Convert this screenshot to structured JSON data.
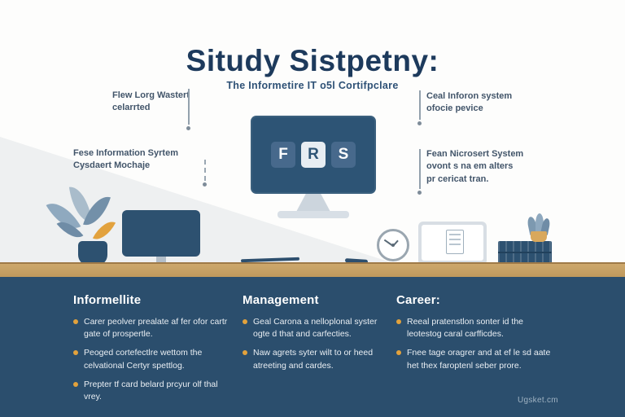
{
  "header": {
    "title": "Situdy Sistpetny:",
    "subtitle": "The Informetire IT o5l Cortifpclare"
  },
  "callouts": {
    "top_left": {
      "line1": "Flew Lorg Wastert",
      "line2": "celarrted"
    },
    "mid_left": {
      "line1": "Fese Information Syrtem",
      "line2": "Cysdaert Mochaje"
    },
    "top_right": {
      "line1": "Ceal Inforon system",
      "line2": "ofocie pevice"
    },
    "mid_right": {
      "line1": "Fean Nicrosert System",
      "line2": "ovont s na em alters",
      "line3": "pr cericat tran."
    }
  },
  "monitor": {
    "letter1": "F",
    "letter2": "R",
    "letter3": "S"
  },
  "sections": [
    {
      "heading": "Informellite",
      "bullets": [
        "Carer peolver prealate af fer ofor cartr gate of prospertle.",
        "Peoged cortefectlre wettom the celvational Certyr spettlog.",
        "Prepter tf card belard prcyur olf thal vrey."
      ]
    },
    {
      "heading": "Management",
      "bullets": [
        "Geal Carona a nelloplonal syster ogte d that and carfecties.",
        "Naw agrets syter wilt to or heed atreeting and cardes."
      ]
    },
    {
      "heading": "Career:",
      "bullets": [
        "Reeal pratenstlon sonter id the leotestog caral carfficdes.",
        "Fnee tage oragrer and at ef le sd aate het thex faroptenl seber prore."
      ]
    }
  ],
  "footer": {
    "credit": "Ugsket.cm"
  },
  "colors": {
    "navy": "#2d5170",
    "panel": "#2b4e6d",
    "accent_orange": "#e3a23c",
    "desk_tan": "#c9a265",
    "title_navy": "#1d3a5c"
  }
}
